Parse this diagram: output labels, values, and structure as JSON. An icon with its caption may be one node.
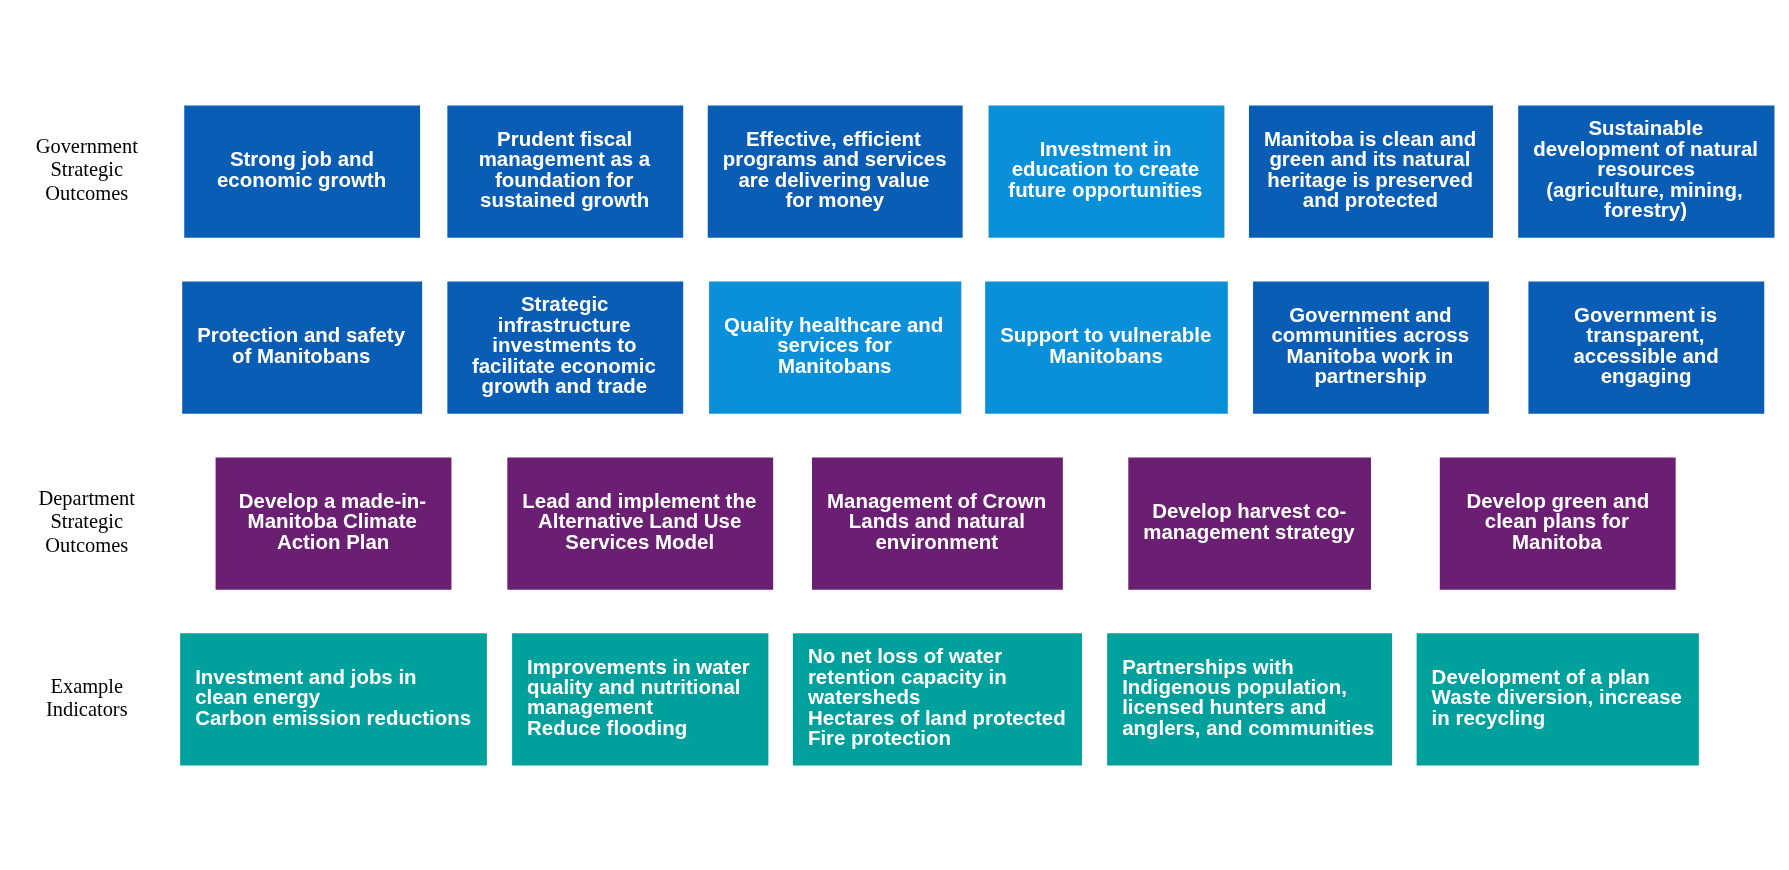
{
  "diagram": {
    "nodes": [
      {
        "text": [
          "Strong job and economic growth"
        ]
      },
      {
        "text": [
          "Prudent fiscal management as a foundation for sustained growth"
        ]
      },
      {
        "text": [
          "Effective, efficient programs and services are delivering value for money"
        ]
      },
      {
        "text": [
          "Investment in education to create future opportunities"
        ]
      },
      {
        "text": [
          "Manitoba is clean and green and its natural heritage is preserved and protected"
        ]
      },
      {
        "text": [
          "Sustainable development of natural resources (agriculture, mining, forestry)"
        ]
      },
      {
        "text": [
          "Protection and safety of Manitobans"
        ]
      },
      {
        "text": [
          "Strategic infrastructure investments to facilitate economic growth and trade"
        ]
      },
      {
        "text": [
          "Quality healthcare and services for Manitobans"
        ]
      },
      {
        "text": [
          "Support to vulnerable Manitobans"
        ]
      },
      {
        "text": [
          "Government and communities across Manitoba work in partnership"
        ]
      },
      {
        "text": [
          "Government is transparent, accessible and engaging"
        ]
      },
      {
        "text": [
          "Develop a made-in-Manitoba Climate Action Plan"
        ]
      },
      {
        "text": [
          "Lead and implement the Alternative Land Use Services Model"
        ]
      },
      {
        "text": [
          "Management of Crown Lands and natural environment"
        ]
      },
      {
        "text": [
          "Develop harvest co-management strategy"
        ]
      },
      {
        "text": [
          "Develop green and clean plans for Manitoba"
        ]
      },
      {
        "text": [
          "Investment and jobs in clean energy",
          "Carbon emission reductions"
        ]
      },
      {
        "text": [
          "Improvements in water quality and nutritional management",
          "Reduce flooding"
        ]
      },
      {
        "text": [
          "No net loss of water retention capacity in watersheds",
          "Hectares of land protected",
          "Fire protection"
        ]
      },
      {
        "text": [
          "Partnerships with Indigenous population, licensed hunters and anglers, and communities"
        ]
      },
      {
        "text": [
          "Development of a plan",
          "Waste diversion, increase in recycling"
        ]
      }
    ],
    "labels": [
      "Government Strategic Outcomes",
      "Department Strategic Outcomes",
      "Example Indicators"
    ]
  }
}
